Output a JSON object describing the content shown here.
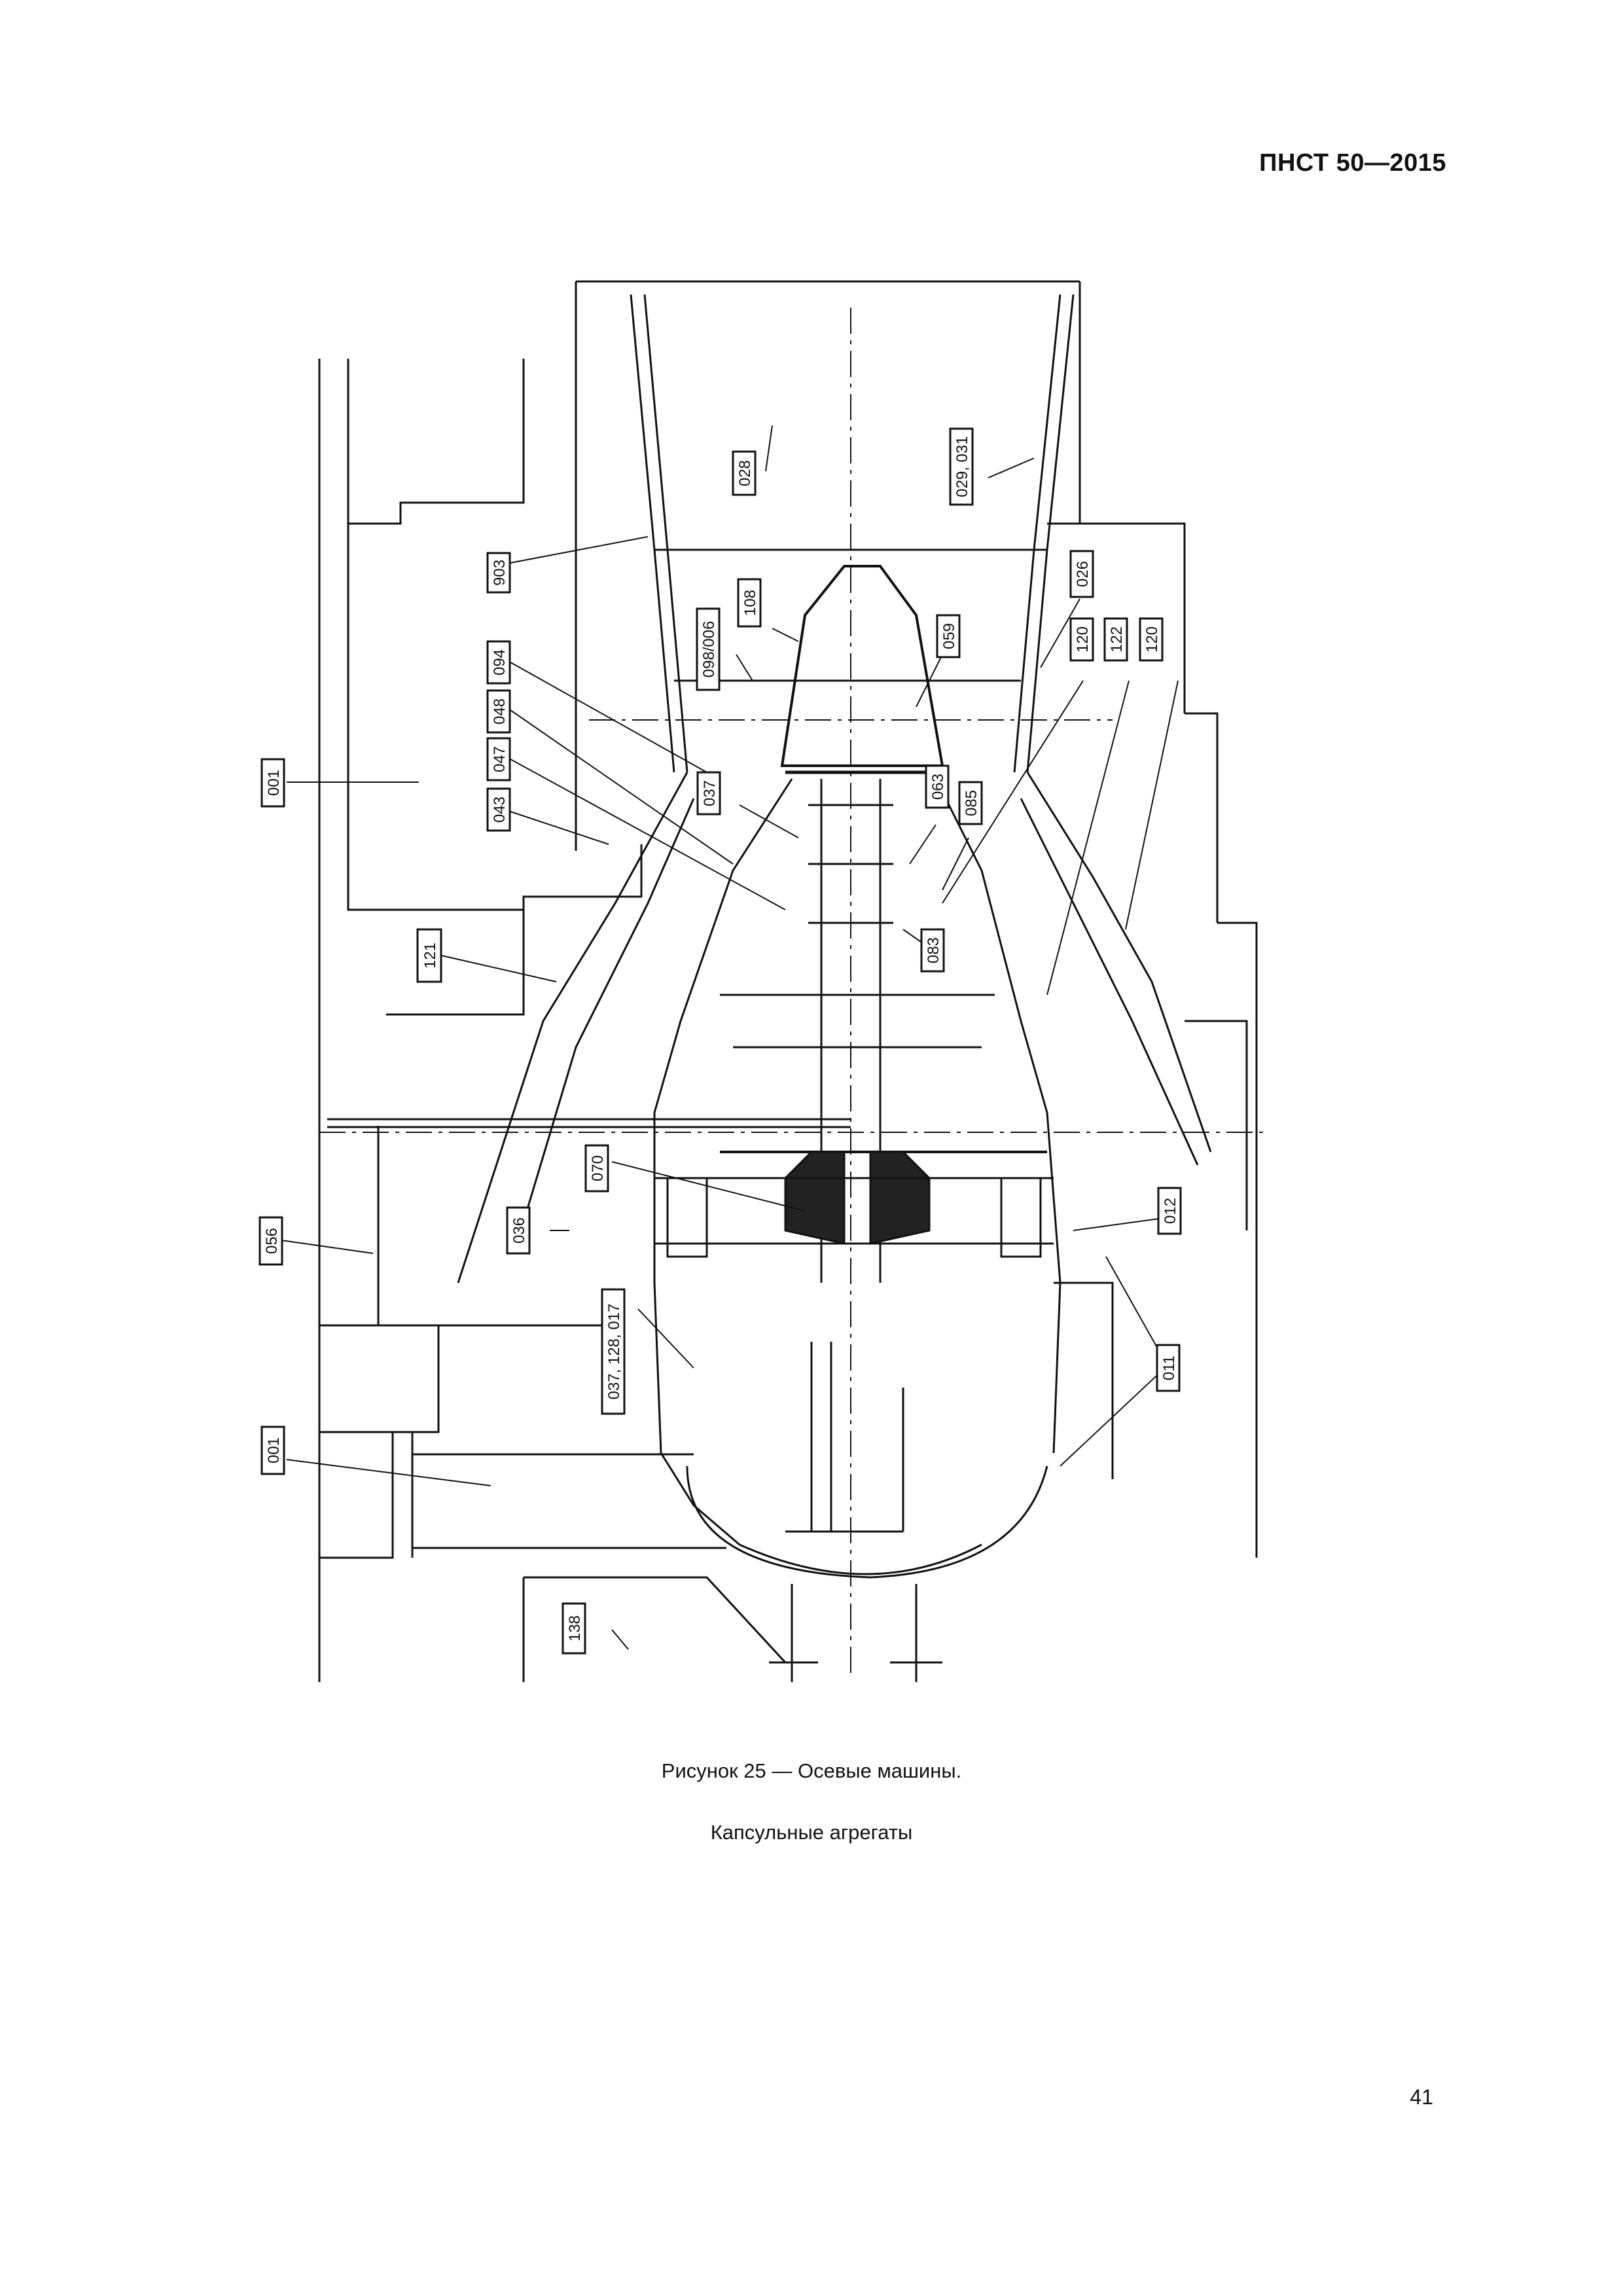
{
  "header": {
    "doc_id": "ПНСТ 50—2015"
  },
  "figure": {
    "labels": {
      "l001a": "001",
      "l001b": "001",
      "l903": "903",
      "l094": "094",
      "l048": "048",
      "l047": "047",
      "l043": "043",
      "l121": "121",
      "l056": "056",
      "l036": "036",
      "l070": "070",
      "l037b": "037, 128, 017",
      "l138": "138",
      "l028": "028",
      "l029": "029, 031",
      "l098": "098/006",
      "l108": "108",
      "l059": "059",
      "l026": "026",
      "l120a": "120",
      "l122": "122",
      "l120b": "120",
      "l037": "037",
      "l063": "063",
      "l085": "085",
      "l083": "083",
      "l012": "012",
      "l011": "011"
    }
  },
  "caption": {
    "line1": "Рисунок 25 — Осевые машины.",
    "line2": "Капсульные агрегаты"
  },
  "page_number": "41"
}
